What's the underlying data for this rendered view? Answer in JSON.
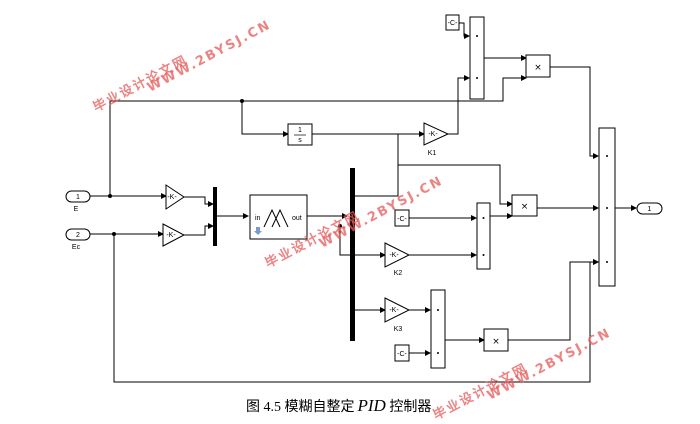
{
  "ports": {
    "in1_num": "1",
    "in1_label": "E",
    "in2_num": "2",
    "in2_label": "Ec",
    "out1_num": "1"
  },
  "blocks": {
    "gain": "-K-",
    "integrator_num": "1",
    "integrator_den": "s",
    "constant": "-C-",
    "multiply": "×",
    "fuzzy_in": "in",
    "fuzzy_out": "out",
    "k1_label": "K1",
    "k2_label": "K2",
    "k3_label": "K3"
  },
  "caption": {
    "prefix": "图 4.5 模糊自整定",
    "pid": "PID",
    "suffix": " 控制器"
  },
  "watermarks": {
    "cn": "毕业设计论文网",
    "url": "WWW.2BYSJ.CN"
  }
}
